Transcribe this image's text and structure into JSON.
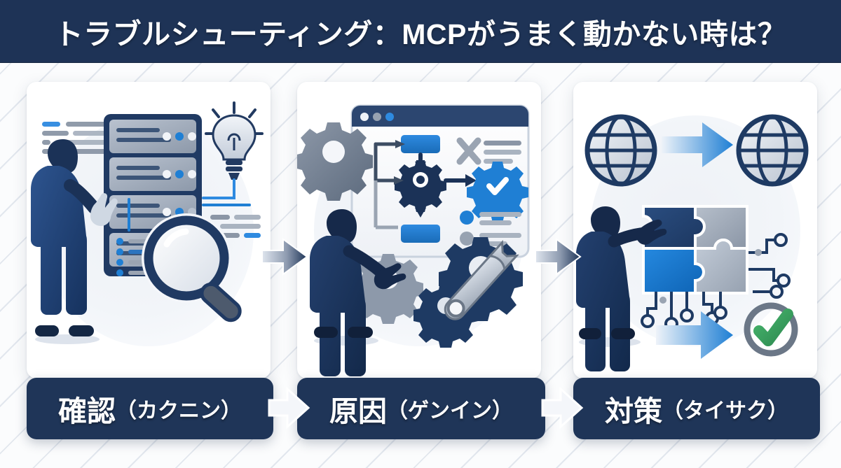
{
  "header": {
    "title": "トラブルシューティング：MCPがうまく動かない時は？",
    "bg_color": "#1e3356",
    "text_color": "#ffffff"
  },
  "theme": {
    "navy": "#1f3558",
    "deep_navy": "#1e3356",
    "accent_blue": "#1f7fd4",
    "light_blue": "#2e8ae0",
    "steel": "#8b96a6",
    "gray": "#9aa4b2",
    "success_green": "#3ba55c",
    "card_bg": "#ffffff",
    "page_bg": "#fbfcfd"
  },
  "steps": [
    {
      "id": "step-1",
      "kanji": "確認",
      "kana": "（カクニン）",
      "label_full": "確認（カクニン）",
      "art": {
        "name": "server-inspection-illustration",
        "elements": [
          "person-silhouette",
          "server-rack",
          "lightbulb-icon",
          "magnifier-icon",
          "text-line-placeholders",
          "status-dots"
        ]
      }
    },
    {
      "id": "step-2",
      "kanji": "原因",
      "kana": "（ゲンイン）",
      "label_full": "原因（ゲンイン）",
      "art": {
        "name": "diagnosis-flowchart-illustration",
        "elements": [
          "person-silhouette",
          "browser-window",
          "flowchart-nodes",
          "gear-icon",
          "x-mark-icon",
          "check-gear-icon",
          "wrench-icon",
          "text-line-placeholders"
        ]
      }
    },
    {
      "id": "step-3",
      "kanji": "対策",
      "kana": "（タイサク）",
      "label_full": "対策（タイサク）",
      "art": {
        "name": "connection-fix-illustration",
        "elements": [
          "person-silhouette",
          "globe-icon-left",
          "globe-icon-right",
          "arrow-top",
          "puzzle-pieces",
          "circuit-traces",
          "arrow-bottom",
          "check-circle-icon"
        ]
      }
    }
  ],
  "connectors": [
    {
      "name": "arrow-step1-to-step2",
      "direction": "right"
    },
    {
      "name": "arrow-step2-to-step3",
      "direction": "right"
    }
  ],
  "background": {
    "pattern": "diagonal-stripes",
    "stripe_color": "#ced6e2"
  }
}
